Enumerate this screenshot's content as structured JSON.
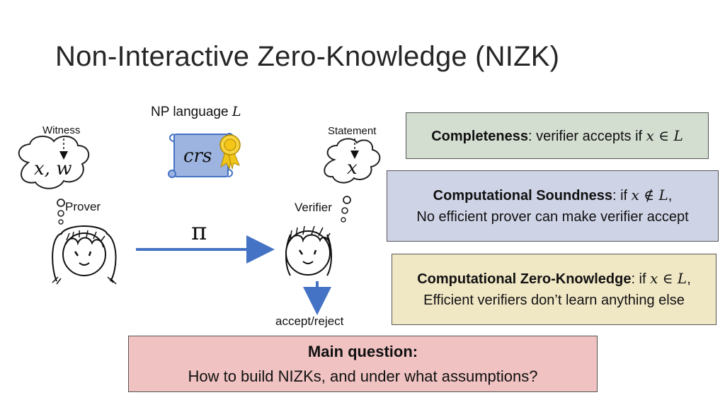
{
  "slide": {
    "title": "Non-Interactive Zero-Knowledge (NIZK)"
  },
  "diagram": {
    "np_language_label": "NP language",
    "np_language_symbol": "L",
    "crs_label": "crs",
    "prover": {
      "label": "Prover",
      "thought_caption": "Witness",
      "thought_text": "x, w"
    },
    "verifier": {
      "label": "Verifier",
      "thought_caption": "Statement",
      "thought_text": "x"
    },
    "proof_symbol": "π",
    "output_label": "accept/reject",
    "colors": {
      "arrow": "#4472c4",
      "scroll_fill": "#9db4e0",
      "scroll_stroke": "#4472c4",
      "ribbon": "#f0c419"
    }
  },
  "properties": {
    "completeness": {
      "name": "Completeness",
      "text_before": ": verifier accepts if ",
      "condition": "x ∈ L"
    },
    "soundness": {
      "name": "Computational Soundness",
      "text_before": ": if ",
      "condition": "x ∉ L",
      "trailing": ",",
      "line2": "No efficient prover can make verifier accept"
    },
    "zero_knowledge": {
      "name": "Computational Zero-Knowledge",
      "text_before": ": if ",
      "condition": "x ∈ L",
      "trailing": ",",
      "line2": "Efficient verifiers don’t learn anything else"
    },
    "colors": {
      "completeness_bg": "#d3ddd0",
      "soundness_bg": "#cfd3e6",
      "zero_knowledge_bg": "#f0e7c5",
      "question_bg": "#f0c2c2"
    }
  },
  "main_question": {
    "heading": "Main question:",
    "text": "How to build NIZKs, and under what assumptions?"
  }
}
